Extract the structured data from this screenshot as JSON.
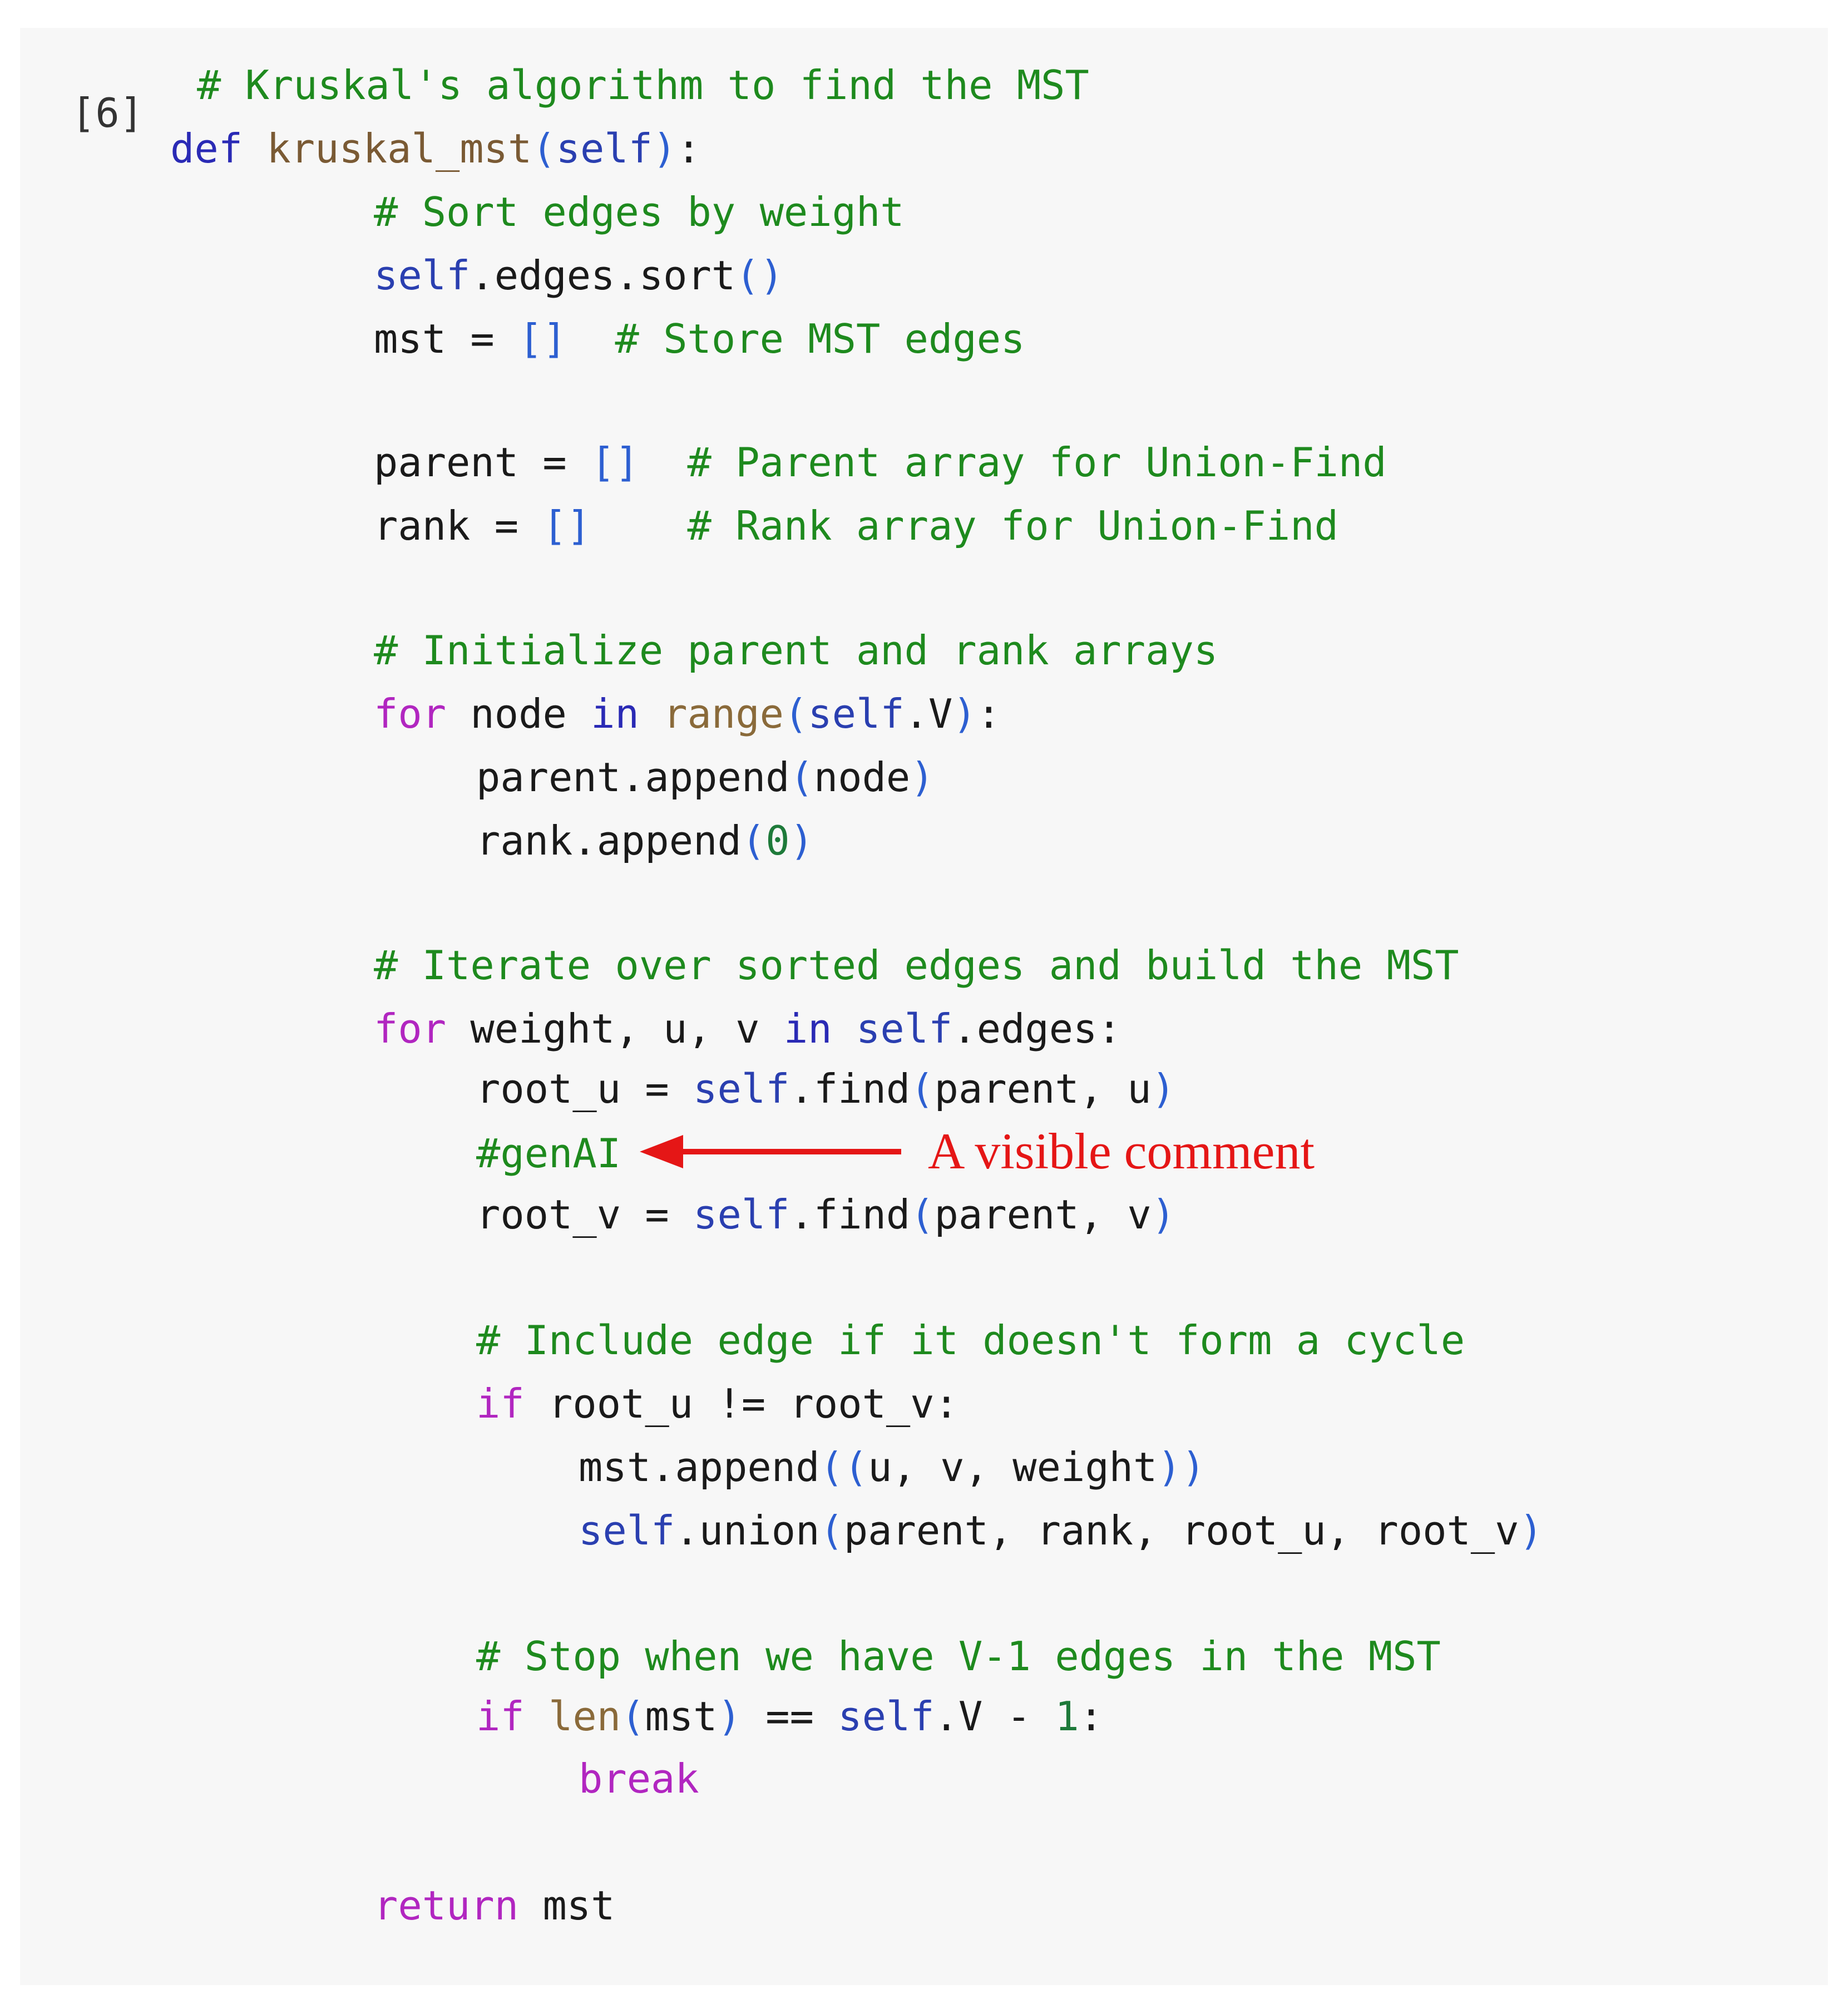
{
  "cell": {
    "execution_count": "[6]"
  },
  "lines": [
    [
      {
        "t": "# Kruskal's algorithm to find the MST",
        "c": "comment"
      }
    ],
    [
      {
        "t": "def",
        "c": "def"
      },
      {
        "t": " ",
        "c": "plain"
      },
      {
        "t": "kruskal_mst",
        "c": "func"
      },
      {
        "t": "(",
        "c": "paren"
      },
      {
        "t": "self",
        "c": "self"
      },
      {
        "t": ")",
        "c": "paren"
      },
      {
        "t": ":",
        "c": "plain"
      }
    ],
    [
      {
        "t": "# Sort edges by weight",
        "c": "comment"
      }
    ],
    [
      {
        "t": "self",
        "c": "self"
      },
      {
        "t": ".edges.sort",
        "c": "plain"
      },
      {
        "t": "()",
        "c": "paren"
      }
    ],
    [
      {
        "t": "mst = ",
        "c": "plain"
      },
      {
        "t": "[]",
        "c": "paren"
      },
      {
        "t": "  ",
        "c": "plain"
      },
      {
        "t": "# Store MST edges",
        "c": "comment"
      }
    ],
    [],
    [
      {
        "t": "parent = ",
        "c": "plain"
      },
      {
        "t": "[]",
        "c": "paren"
      },
      {
        "t": "  ",
        "c": "plain"
      },
      {
        "t": "# Parent array for Union-Find",
        "c": "comment"
      }
    ],
    [
      {
        "t": "rank = ",
        "c": "plain"
      },
      {
        "t": "[]",
        "c": "paren"
      },
      {
        "t": "    ",
        "c": "plain"
      },
      {
        "t": "# Rank array for Union-Find",
        "c": "comment"
      }
    ],
    [],
    [
      {
        "t": "# Initialize parent and rank arrays",
        "c": "comment"
      }
    ],
    [
      {
        "t": "for",
        "c": "flow"
      },
      {
        "t": " node ",
        "c": "plain"
      },
      {
        "t": "in",
        "c": "def"
      },
      {
        "t": " ",
        "c": "plain"
      },
      {
        "t": "range",
        "c": "builtin"
      },
      {
        "t": "(",
        "c": "paren"
      },
      {
        "t": "self",
        "c": "self"
      },
      {
        "t": ".V",
        "c": "plain"
      },
      {
        "t": ")",
        "c": "paren"
      },
      {
        "t": ":",
        "c": "plain"
      }
    ],
    [
      {
        "t": "parent.append",
        "c": "plain"
      },
      {
        "t": "(",
        "c": "paren"
      },
      {
        "t": "node",
        "c": "plain"
      },
      {
        "t": ")",
        "c": "paren"
      }
    ],
    [
      {
        "t": "rank.append",
        "c": "plain"
      },
      {
        "t": "(",
        "c": "paren"
      },
      {
        "t": "0",
        "c": "num"
      },
      {
        "t": ")",
        "c": "paren"
      }
    ],
    [],
    [
      {
        "t": "# Iterate over sorted edges and build the MST",
        "c": "comment"
      }
    ],
    [
      {
        "t": "for",
        "c": "flow"
      },
      {
        "t": " weight, u, v ",
        "c": "plain"
      },
      {
        "t": "in",
        "c": "def"
      },
      {
        "t": " ",
        "c": "plain"
      },
      {
        "t": "self",
        "c": "self"
      },
      {
        "t": ".edges:",
        "c": "plain"
      }
    ],
    [
      {
        "t": "root_u = ",
        "c": "plain"
      },
      {
        "t": "self",
        "c": "self"
      },
      {
        "t": ".find",
        "c": "plain"
      },
      {
        "t": "(",
        "c": "paren"
      },
      {
        "t": "parent, u",
        "c": "plain"
      },
      {
        "t": ")",
        "c": "paren"
      }
    ],
    [
      {
        "t": "#genAI",
        "c": "comment"
      }
    ],
    [
      {
        "t": "root_v = ",
        "c": "plain"
      },
      {
        "t": "self",
        "c": "self"
      },
      {
        "t": ".find",
        "c": "plain"
      },
      {
        "t": "(",
        "c": "paren"
      },
      {
        "t": "parent, v",
        "c": "plain"
      },
      {
        "t": ")",
        "c": "paren"
      }
    ],
    [],
    [
      {
        "t": "# Include edge if it doesn't form a cycle",
        "c": "comment"
      }
    ],
    [
      {
        "t": "if",
        "c": "flow"
      },
      {
        "t": " root_u != root_v:",
        "c": "plain"
      }
    ],
    [
      {
        "t": "mst.append",
        "c": "plain"
      },
      {
        "t": "((",
        "c": "paren"
      },
      {
        "t": "u, v, weight",
        "c": "plain"
      },
      {
        "t": "))",
        "c": "paren"
      }
    ],
    [
      {
        "t": "self",
        "c": "self"
      },
      {
        "t": ".union",
        "c": "plain"
      },
      {
        "t": "(",
        "c": "paren"
      },
      {
        "t": "parent, rank, root_u, root_v",
        "c": "plain"
      },
      {
        "t": ")",
        "c": "paren"
      }
    ],
    [],
    [
      {
        "t": "# Stop when we have V-1 edges in the MST",
        "c": "comment"
      }
    ],
    [
      {
        "t": "if",
        "c": "flow"
      },
      {
        "t": " ",
        "c": "plain"
      },
      {
        "t": "len",
        "c": "builtin"
      },
      {
        "t": "(",
        "c": "paren"
      },
      {
        "t": "mst",
        "c": "plain"
      },
      {
        "t": ")",
        "c": "paren"
      },
      {
        "t": " == ",
        "c": "plain"
      },
      {
        "t": "self",
        "c": "self"
      },
      {
        "t": ".V - ",
        "c": "plain"
      },
      {
        "t": "1",
        "c": "num"
      },
      {
        "t": ":",
        "c": "plain"
      }
    ],
    [
      {
        "t": "break",
        "c": "flow"
      }
    ],
    [],
    [
      {
        "t": "return",
        "c": "flow"
      },
      {
        "t": " mst",
        "c": "plain"
      }
    ]
  ],
  "annotation": {
    "text": "A visible comment",
    "color": "#e51616"
  },
  "colors": {
    "background": "#f7f7f7",
    "comment": "#1e8a1e",
    "keyword_def": "#2a2ab5",
    "keyword_flow": "#b126c0",
    "annotation": "#e51616"
  }
}
